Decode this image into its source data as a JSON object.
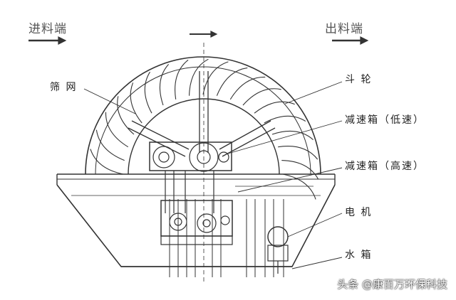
{
  "labels": {
    "inlet": "进料端",
    "outlet": "出料端",
    "screen": "筛 网",
    "bucket_wheel": "斗 轮",
    "reducer_low": "减速箱（低速）",
    "reducer_high": "减速箱（高速）",
    "motor": "电 机",
    "water_tank": "水 箱"
  },
  "watermark": "头条 @康百万环保科技",
  "colors": {
    "line": "#333333",
    "text": "#222222"
  }
}
